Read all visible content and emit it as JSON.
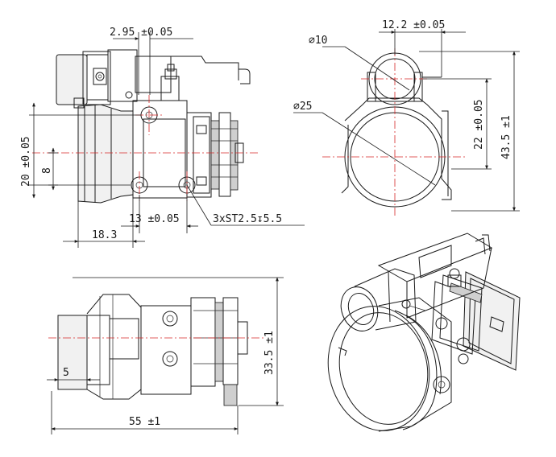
{
  "views": {
    "side": {
      "dims": {
        "top_gap": "2.95 ±0.05",
        "left_span": "20 ±0.05",
        "inner_span": "8",
        "hole_span": "13 ±0.05",
        "hole_note": "3xST2.5↧5.5",
        "base_len": "18.3"
      }
    },
    "front": {
      "dims": {
        "top_span": "12.2 ±0.05",
        "small_dia": "∅10",
        "large_dia": "∅25",
        "mid_span": "22 ±0.05",
        "total_height": "43.5 ±1"
      }
    },
    "top": {
      "dims": {
        "offset": "5",
        "height": "33.5 ±1",
        "length": "55 ±1"
      }
    },
    "iso": {}
  },
  "colors": {
    "line": "#1a1a1a",
    "centerline": "#d62828",
    "background": "#ffffff"
  }
}
